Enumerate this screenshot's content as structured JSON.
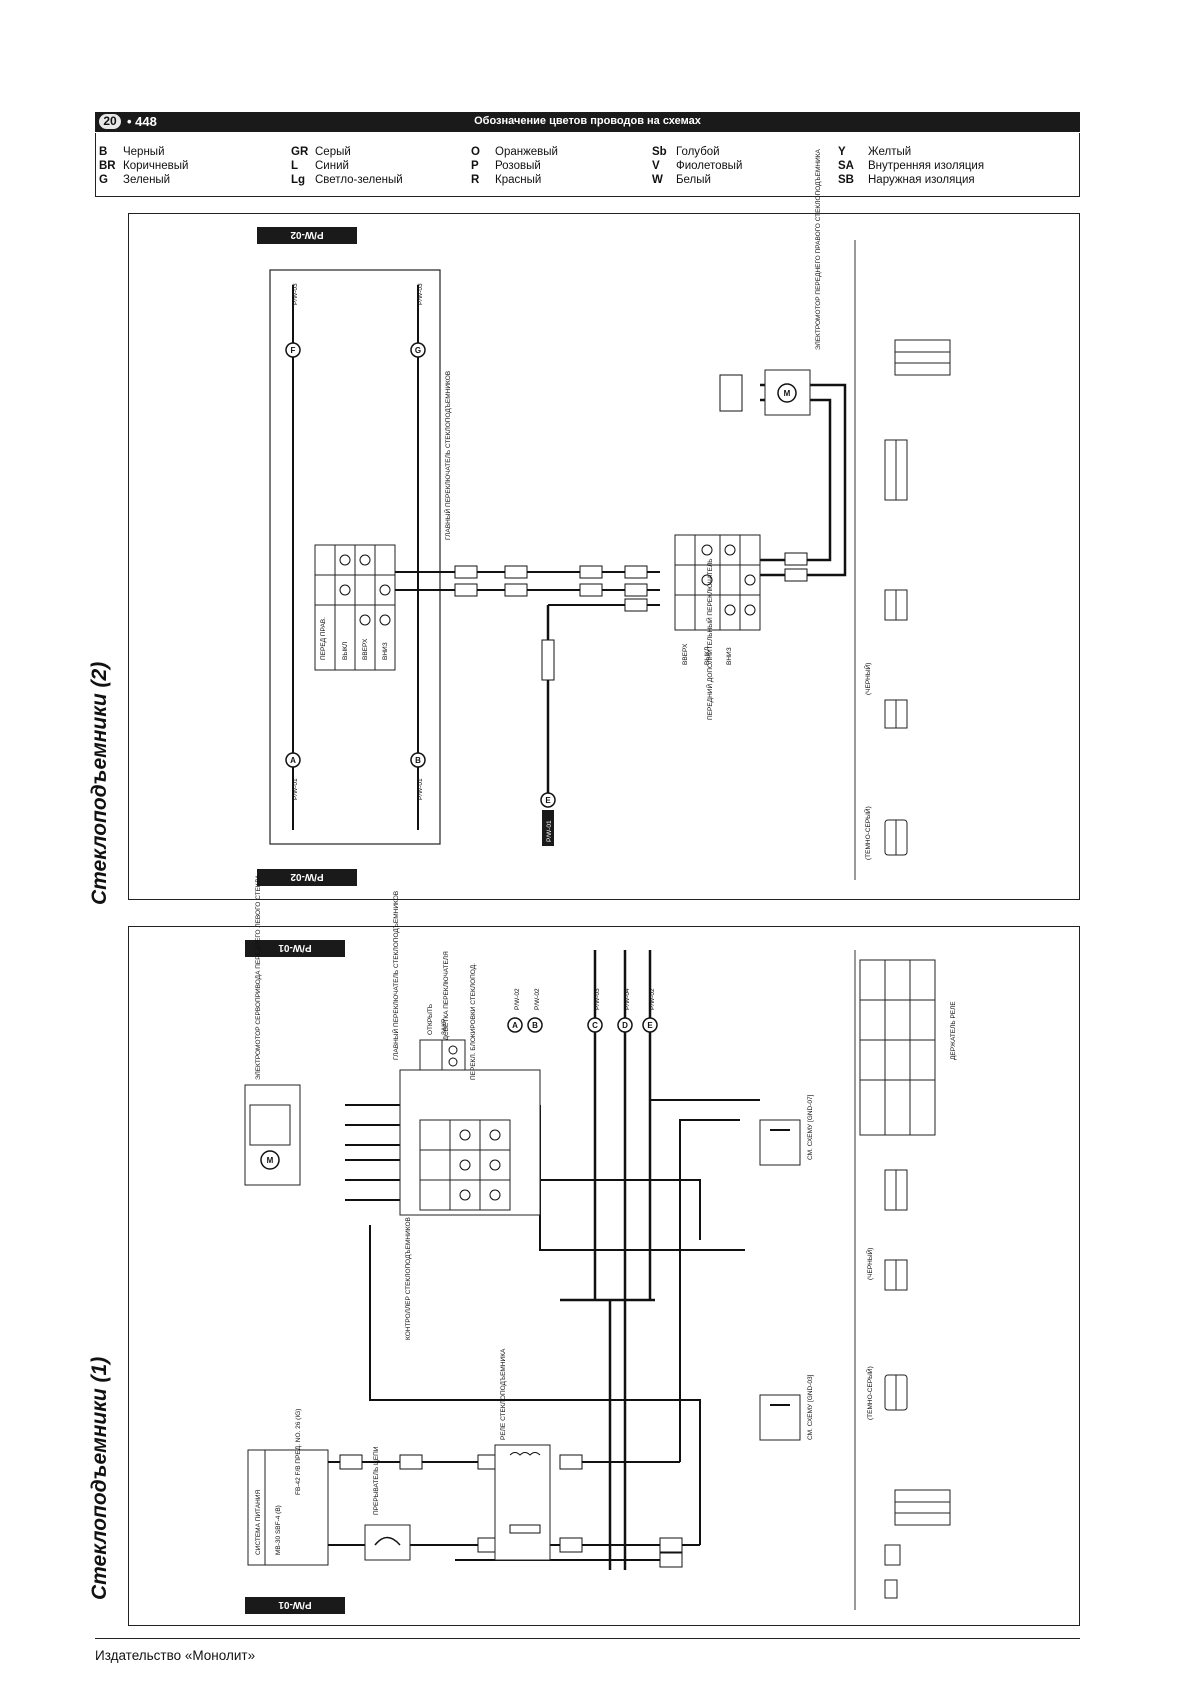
{
  "header": {
    "page_badge": "20",
    "page_number": "• 448",
    "title": "Обозначение цветов проводов на схемах"
  },
  "legend": [
    [
      {
        "code": "B",
        "name": "Черный"
      },
      {
        "code": "BR",
        "name": "Коричневый"
      },
      {
        "code": "G",
        "name": "Зеленый"
      }
    ],
    [
      {
        "code": "GR",
        "name": "Серый"
      },
      {
        "code": "L",
        "name": "Синий"
      },
      {
        "code": "Lg",
        "name": "Светло-зеленый"
      }
    ],
    [
      {
        "code": "O",
        "name": "Оранжевый"
      },
      {
        "code": "P",
        "name": "Розовый"
      },
      {
        "code": "R",
        "name": "Красный"
      }
    ],
    [
      {
        "code": "Sb",
        "name": "Голубой"
      },
      {
        "code": "V",
        "name": "Фиолетовый"
      },
      {
        "code": "W",
        "name": "Белый"
      }
    ],
    [
      {
        "code": "Y",
        "name": "Желтый"
      },
      {
        "code": "SA",
        "name": "Внутренняя изоляция"
      },
      {
        "code": "SB",
        "name": "Наружная изоляция"
      }
    ]
  ],
  "panel1": {
    "title": "Стеклоподъемники (1)",
    "code": "P/W-01",
    "power_block": "СИСТЕМА ПИТАНИЯ",
    "power_mb": "MB-30 SBF-4 (B)",
    "power_fb": "FB-42 F/B ПРЕД. NO. 26 (IG)",
    "breaker": "ПРЕРЫВАТЕЛЬ ЦЕПИ",
    "relay": "РЕЛЕ СТЕКЛОПОДЪЕМНИКА",
    "controller": "КОНТРОЛЛЕР СТЕКЛОПОДЪЕМНИКОВ",
    "main_switch": "ГЛАВНЫЙ ПЕРЕКЛЮЧАТЕЛЬ СТЕКЛОПОДЪЕМНИКОВ",
    "lock_switch": "ПЕРЕКЛ. БЛОКИРОВКИ СТЕКЛОПОД.",
    "lock_open": "ОТКРЫТЬ",
    "lock_close": "ЗАКР",
    "backlight": "ПОДСВЕТКА ПЕРЕКЛЮЧАТЕЛЯ",
    "motor": "ЭЛЕКТРОМОТОР СЕРВОПРИВОДА ПЕРЕДНЕГО ЛЕВОГО СТЕКЛА",
    "ground_ref1": "СМ. СХЕМУ [GND-03]",
    "ground_ref2": "СМ. СХЕМУ [GND-07]",
    "relay_holder": "ДЕРЖАТЕЛЬ РЕЛЕ",
    "connector_d3": "(ТЕМНО-СЕРЫЙ)",
    "connector_d11": "(ЧЕРНЫЙ)",
    "links": [
      "P/W-02",
      "P/W-02",
      "P/W-03",
      "P/W-04",
      "P/W-02"
    ],
    "link_letters": [
      "A",
      "B",
      "C",
      "D",
      "E"
    ]
  },
  "panel2": {
    "title": "Стеклоподъемники (2)",
    "code": "P/W-02",
    "main_switch": "ГЛАВНЫЙ ПЕРЕКЛЮЧАТЕЛЬ СТЕКЛОПОДЪЕМНИКОВ",
    "front_right": "ПЕРЕД ПРАВ.",
    "sw_up": "ВВЕРХ",
    "sw_off": "ВЫКЛ",
    "sw_down": "ВНИЗ",
    "aux_switch": "ПЕРЕДНИЙ ДОПОЛНИТЕЛЬНЫЙ ПЕРЕКЛЮЧАТЕЛЬ",
    "motor": "ЭЛЕКТРОМОТОР ПЕРЕДНЕГО ПРАВОГО СТЕКЛОПОДЪЕМНИКА",
    "connector_d13": "(ТЕМНО-СЕРЫЙ)",
    "connector_d1": "(ЧЕРНЫЙ)",
    "links_left": [
      "P/W-01",
      "P/W-01",
      "P/W-01"
    ],
    "links_right": [
      "P/W-03",
      "P/W-03"
    ],
    "link_letters_left": [
      "A",
      "B",
      "E"
    ],
    "link_letters_right": [
      "F",
      "G"
    ]
  },
  "footer": "Издательство «Монолит»"
}
